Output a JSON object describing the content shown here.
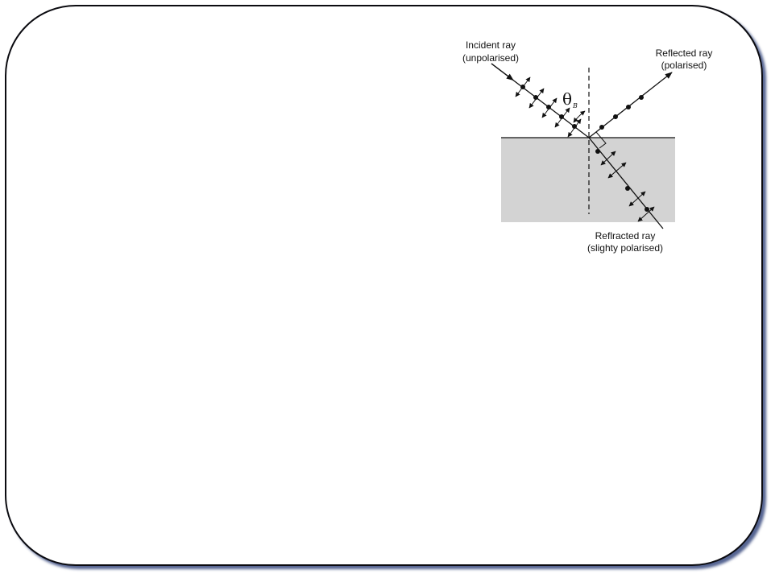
{
  "diagram": {
    "incident_label": [
      "Incident ray",
      "(unpolarised)"
    ],
    "reflected_label": [
      "Reflected ray",
      "(polarised)"
    ],
    "refracted_label": [
      "Reflracted ray",
      "(slighty polarised)"
    ],
    "angle_symbol": "θ",
    "angle_subscript": "B",
    "colors": {
      "medium_fill": "#d3d3d3",
      "line": "#111111",
      "frame_border": "#0b0b10",
      "frame_shadow": "#1e326e"
    }
  }
}
